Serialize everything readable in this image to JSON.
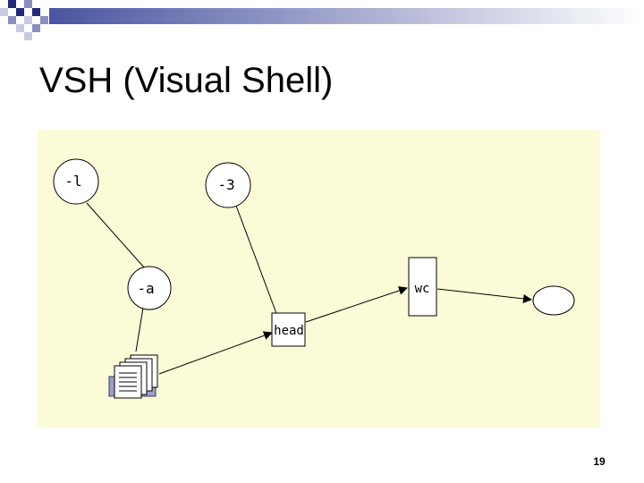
{
  "slide": {
    "title": "VSH (Visual Shell)",
    "page_number": "19"
  },
  "diagram": {
    "background_color": "#fbfbd8",
    "nodes": {
      "option_l": "-l",
      "option_3": "-3",
      "option_a": "-a",
      "head": "head",
      "wc": "wc"
    },
    "icons": [
      "files-stack-icon",
      "output-ellipse"
    ]
  },
  "decoration": {
    "checker_colors": [
      "#1f2a7a",
      "#8a8fc0",
      "#c8cae4"
    ],
    "bar_gradient": [
      "#4a55a0",
      "#ffffff"
    ]
  }
}
